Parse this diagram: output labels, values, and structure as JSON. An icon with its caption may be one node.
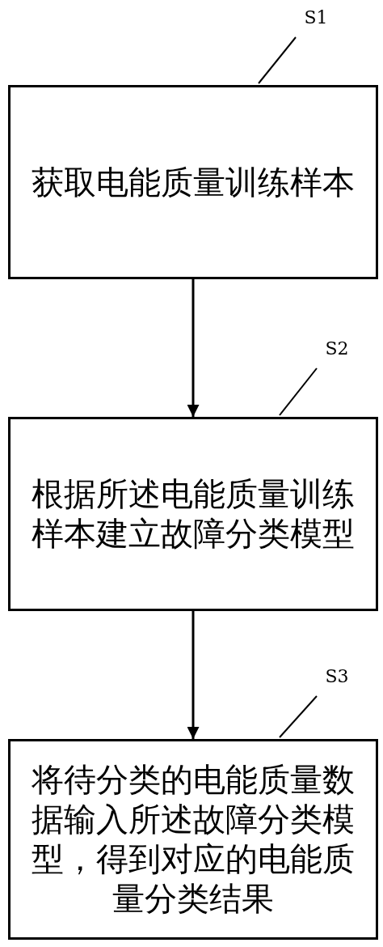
{
  "diagram": {
    "nodes": [
      {
        "text": [
          "S1"
        ]
      },
      {
        "text": [
          "获取电能质量训练样本"
        ]
      },
      {
        "text": [
          "S2"
        ]
      },
      {
        "text": [
          "根据所述电能质量训练样本建立故障分类模型"
        ]
      },
      {
        "text": [
          "S3"
        ]
      },
      {
        "text": [
          "将待分类的电能质量数据输入所述故障分类模型，得到对应的电能质量分类结果"
        ]
      }
    ],
    "edges": [
      {
        "from": 0,
        "to": 1,
        "arrow": "none"
      },
      {
        "from": 1,
        "to": 3,
        "arrow": "to"
      },
      {
        "from": 2,
        "to": 3,
        "arrow": "none"
      },
      {
        "from": 3,
        "to": 5,
        "arrow": "to"
      },
      {
        "from": 4,
        "to": 5,
        "arrow": "none"
      }
    ]
  }
}
